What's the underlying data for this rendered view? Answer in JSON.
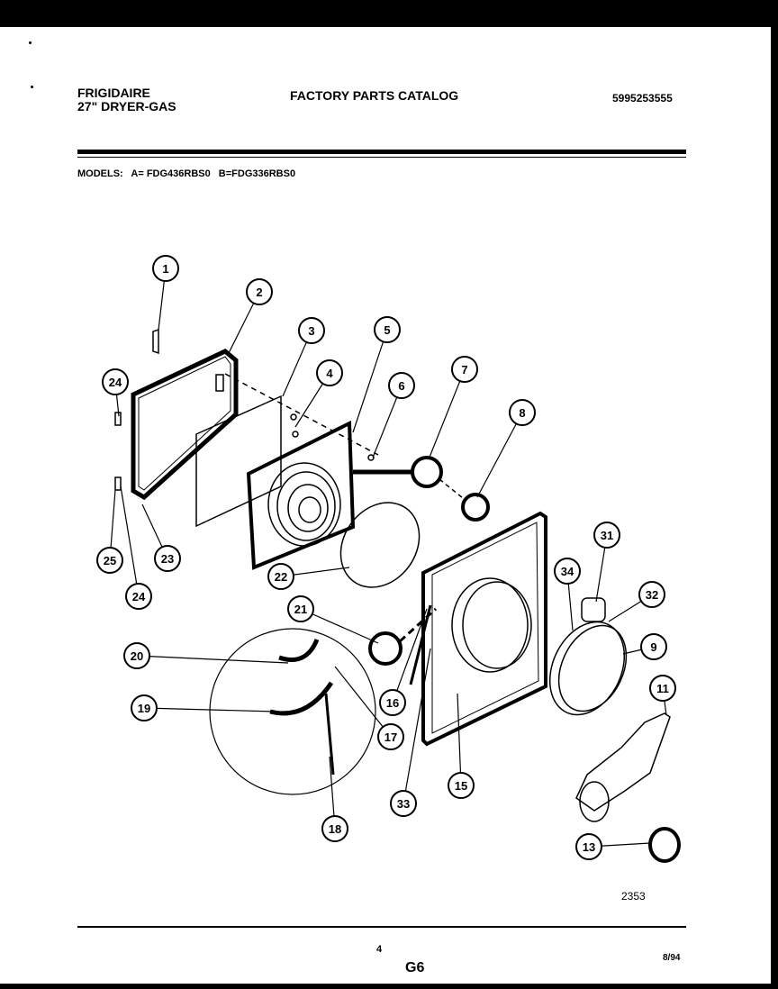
{
  "header": {
    "brand_line1": "FRIGIDAIRE",
    "brand_line2": "27\" DRYER-GAS",
    "catalog_title": "FACTORY PARTS CATALOG",
    "catalog_number": "5995253555"
  },
  "models": {
    "label": "MODELS:",
    "model_a": "A= FDG436RBS0",
    "model_b": "B=FDG336RBS0"
  },
  "callouts": [
    "1",
    "2",
    "3",
    "4",
    "5",
    "6",
    "7",
    "8",
    "24",
    "25",
    "24",
    "23",
    "22",
    "21",
    "20",
    "19",
    "17",
    "18",
    "16",
    "33",
    "15",
    "31",
    "32",
    "34",
    "9",
    "11",
    "13"
  ],
  "footer": {
    "drawing_number": "2353",
    "page_number": "4",
    "section_code": "G6",
    "date": "8/94"
  }
}
